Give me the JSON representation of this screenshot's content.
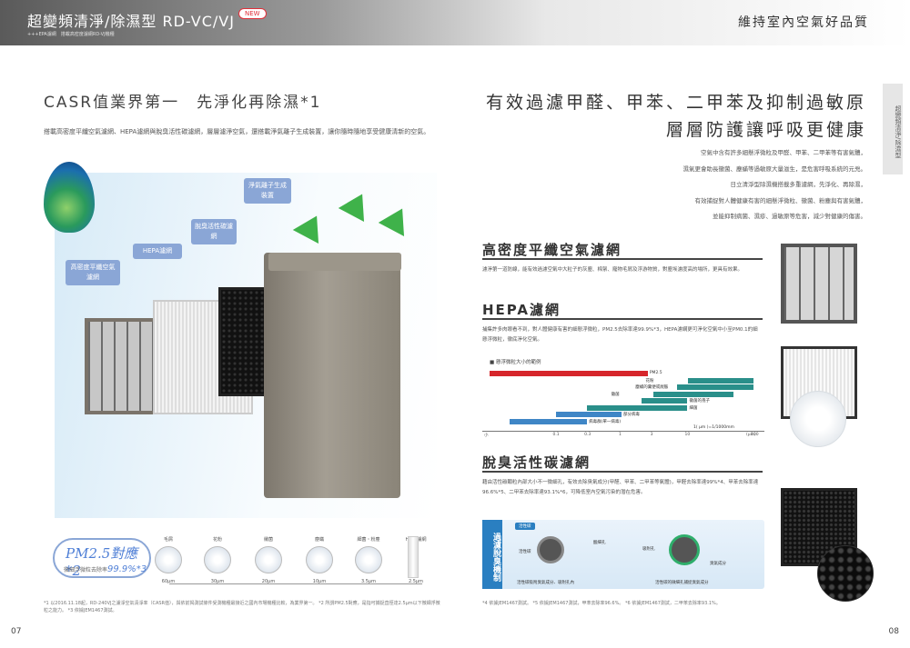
{
  "header": {
    "title": "超變頻清淨/除濕型 RD-VC/VJ",
    "new_badge": "NEW",
    "sub": "+++EPA濾網　搭載高密度濾網RD-VJ機種",
    "right_title": "維持室內空氣好品質",
    "side_tab": "超變頻清淨/除濕型"
  },
  "left": {
    "heading": "CASR值業界第一　先淨化再除濕*1",
    "paragraph": "搭載高密度平纖空氣濾網、HEPA濾網與脫臭活性碳濾網，層層濾淨空氣，還搭載淨氣離子生成裝置，讓你隨時隨地享受健康清新的空氣。",
    "callouts": {
      "ion": "淨氣離子生成裝置",
      "carbon": "脫臭活性碳濾網",
      "hepa": "HEPA濾網",
      "high_density": "高密度平纖空氣濾網"
    },
    "pm_badge": {
      "big": "PM2.5對應*2",
      "small": "微細浮微粒去除率",
      "pct": "99.9%*3"
    },
    "particles": [
      {
        "label": "毛屑",
        "size": "60μm"
      },
      {
        "label": "花粉",
        "size": "30μm"
      },
      {
        "label": "黴菌",
        "size": "20μm"
      },
      {
        "label": "塵蟎",
        "size": "10μm"
      },
      {
        "label": "細菌・粉塵",
        "size": "3.5μm"
      },
      {
        "label": "HEPA濾網",
        "size": "2.5μm"
      }
    ],
    "footnote": "*1 以2016.11.18起，RD-240VJ之濾淨空氣清淨率（CASR值），與依前揭測試條件受測機種最接近之國內市場機種比較，為業界第一。 *2 所謂PM2.5對應，是指可捕捉直徑達2.5μm以下微細浮微粒之能力。 *3 依據JEM1467測試。"
  },
  "right": {
    "heading_line1": "有效過濾甲醛、甲苯、二甲苯及抑制過敏原",
    "heading_line2": "層層防護讓呼吸更健康",
    "paragraph_lines": [
      "空氣中含有許多細懸浮微粒及甲醛、甲苯、二甲苯等有害氣體，",
      "濕氣更會助長黴菌、塵蟎等過敏原大量滋生，是危害呼吸系統的元兇。",
      "日立清淨型除濕機搭載多重濾網，先淨化、再除濕，",
      "有效捕捉對人體健康有害的細懸浮微粒、黴菌、粉塵與有害氣體，",
      "並能抑制病菌、濕疹、過敏原等危害，減少對健康的傷害。"
    ],
    "sec1": {
      "title": "高密度平纖空氣濾網",
      "text": "濾淨第一道防線，能有效過濾空氣中大粒子的灰塵、棉絮、寵物毛屑及浮游物質，對塵埃濾度高的場所，更具有效果。"
    },
    "sec2": {
      "title": "HEPA濾網",
      "text": "捕集許多肉眼看不到，對人體健康有害的細懸浮微粒，PM2.5去除率達99.9%*3，HEPA濾網更可淨化空氣中小至PM0.1的細懸浮微粒，徹底淨化空氣。",
      "legend_head": "■ 懸浮微粒大小的範例"
    },
    "sec3": {
      "title": "脫臭活性碳濾網",
      "text": "藉由活性碳顆粒內部大小不一微細孔，有效去除臭氣成分(甲醛、甲苯、二甲苯等氣體)，甲醛去除率達99%*4、甲苯去除率達96.6%*5、二甲苯去除率達93.1%*6，可降低室內空氣污染的潛在危害。",
      "side": "過濾脫臭機制",
      "labels": [
        "活性碳",
        "酸細孔",
        "活性碳",
        "吸附孔",
        "臭氣成分",
        "活性碳吸附臭氣成分、吸附孔內",
        "活性碳的微細孔捕捉臭氣成分"
      ]
    },
    "footnote": "*4 依據JEM1467測試。 *5 依據JEM1467測試，甲苯去除率96.6%。 *6 依據JEM1467測試，二甲苯去除率93.1%。"
  },
  "chart_data": {
    "type": "bar",
    "title": "懸浮微粒大小的範例",
    "x_scale": "log",
    "x_ticks": [
      "小",
      "0.1",
      "0.3",
      "1",
      "3",
      "10",
      "100"
    ],
    "unit": "(μm)",
    "note": "1( μm )=1/1000mm",
    "series": [
      {
        "name": "PM2.5",
        "from": 0.01,
        "to": 2.5,
        "color": "#d6262b"
      },
      {
        "name": "花粉",
        "from": 10,
        "to": 100,
        "color": "#2a8f8a"
      },
      {
        "name": "塵蟎的糞便或屍骸",
        "from": 7,
        "to": 100,
        "color": "#2a8f8a"
      },
      {
        "name": "黴菌",
        "from": 3,
        "to": 50,
        "color": "#2a8f8a"
      },
      {
        "name": "黴菌的孢子",
        "from": 2,
        "to": 10,
        "color": "#2a8f8a"
      },
      {
        "name": "細菌",
        "from": 0.3,
        "to": 10,
        "color": "#2a8f8a"
      },
      {
        "name": "部分病毒",
        "from": 0.1,
        "to": 1,
        "color": "#3f86c6"
      },
      {
        "name": "病毒群(單一病毒)",
        "from": 0.02,
        "to": 0.3,
        "color": "#3f86c6"
      }
    ]
  },
  "pages": {
    "left": "07",
    "right": "08"
  }
}
